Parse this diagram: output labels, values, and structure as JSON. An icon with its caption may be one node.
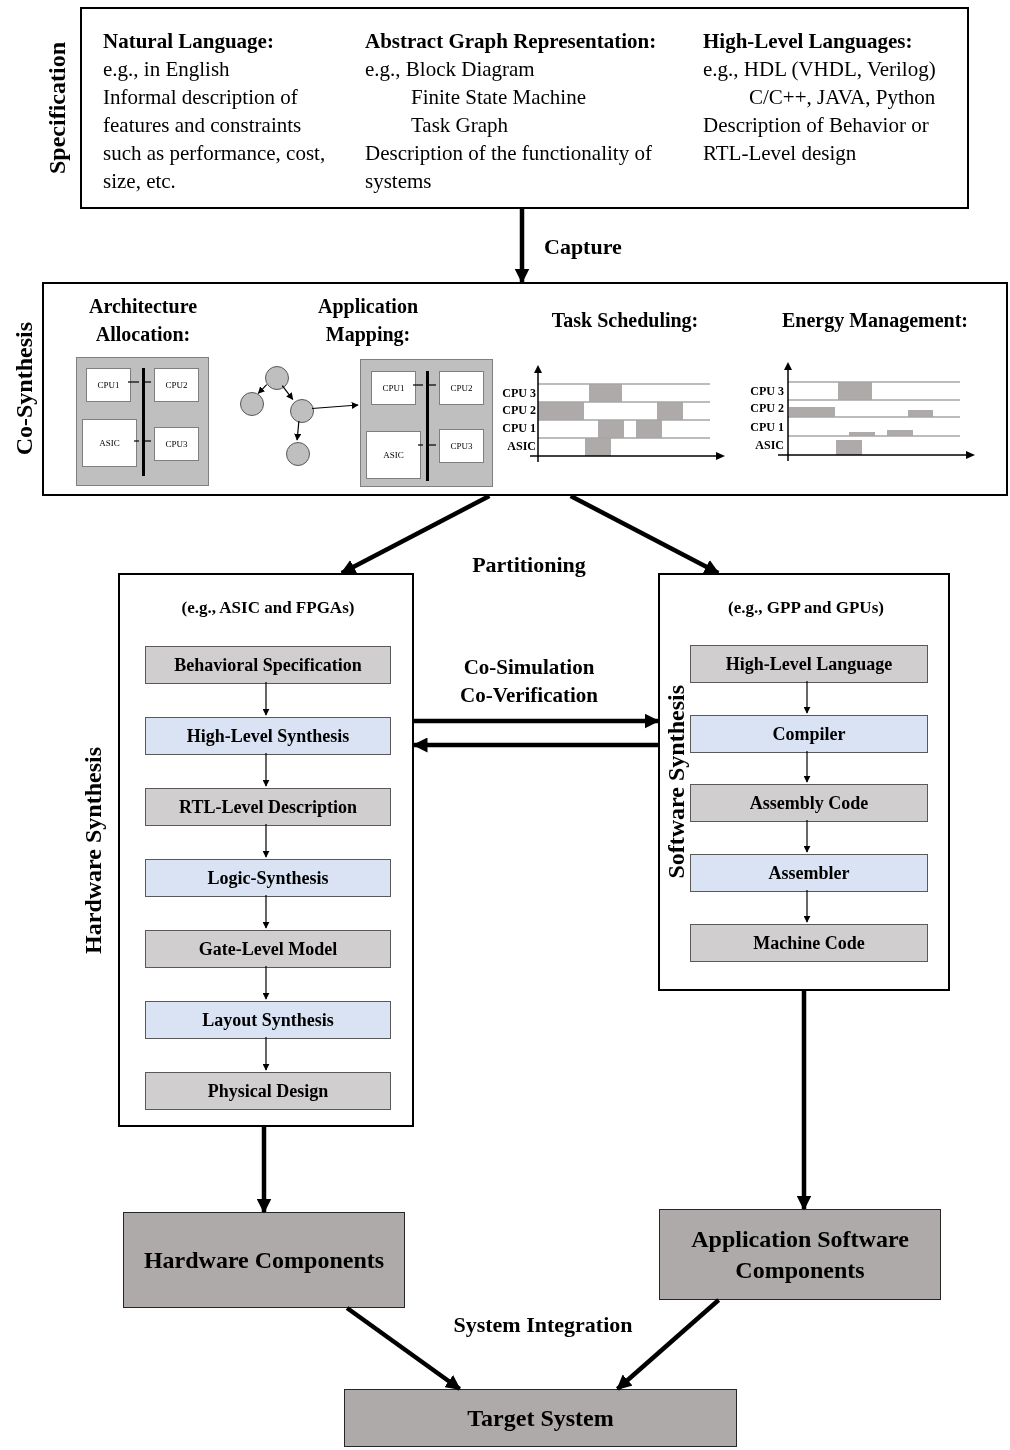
{
  "diagram": {
    "nodes": [
      {
        "text": [
          "Specification",
          "Natural Language:",
          "e.g., in English",
          "Informal description of features and constraints such as performance, cost, size, etc.",
          "Abstract Graph Representation:",
          "e.g., Block Diagram",
          "Finite State Machine",
          "Task Graph",
          "Description of the functionality of systems",
          "High-Level Languages:",
          "e.g., HDL (VHDL, Verilog)",
          "C/C++, JAVA, Python",
          "Description of Behavior or RTL-Level design"
        ]
      },
      {
        "text": [
          "Co-Synthesis",
          "Architecture Allocation:",
          "Application Mapping:",
          "Task Scheduling:",
          "Energy Management:"
        ]
      },
      {
        "text": [],
        "shape": "box",
        "in": 1
      },
      {
        "text": [
          "CPU1"
        ],
        "in": 2
      },
      {
        "text": [
          "CPU2"
        ],
        "in": 2
      },
      {
        "text": [
          "ASIC"
        ],
        "in": 2
      },
      {
        "text": [
          "CPU3"
        ],
        "in": 2
      },
      {
        "text": [],
        "shape": "circle",
        "in": 1
      },
      {
        "text": [],
        "shape": "circle",
        "in": 1
      },
      {
        "text": [],
        "shape": "circle",
        "in": 1
      },
      {
        "text": [],
        "shape": "circle",
        "in": 1
      },
      {
        "text": [],
        "shape": "box",
        "in": 1
      },
      {
        "text": [
          "CPU1"
        ],
        "in": 11
      },
      {
        "text": [
          "CPU2"
        ],
        "in": 11
      },
      {
        "text": [
          "ASIC"
        ],
        "in": 11
      },
      {
        "text": [
          "CPU3"
        ],
        "in": 11
      },
      {
        "text": [
          "Hardware Synthesis",
          "(e.g., ASIC and FPGAs)"
        ]
      },
      {
        "text": [
          "Behavioral Specification"
        ],
        "in": 16
      },
      {
        "text": [
          "High-Level Synthesis"
        ],
        "in": 16
      },
      {
        "text": [
          "RTL-Level Description"
        ],
        "in": 16
      },
      {
        "text": [
          "Logic-Synthesis"
        ],
        "in": 16
      },
      {
        "text": [
          "Gate-Level Model"
        ],
        "in": 16
      },
      {
        "text": [
          "Layout Synthesis"
        ],
        "in": 16
      },
      {
        "text": [
          "Physical Design"
        ],
        "in": 16
      },
      {
        "text": [
          "Software Synthesis",
          "(e.g., GPP and GPUs)"
        ]
      },
      {
        "text": [
          "High-Level Language"
        ],
        "in": 24
      },
      {
        "text": [
          "Compiler"
        ],
        "in": 24
      },
      {
        "text": [
          "Assembly Code"
        ],
        "in": 24
      },
      {
        "text": [
          "Assembler"
        ],
        "in": 24
      },
      {
        "text": [
          "Machine Code"
        ],
        "in": 24
      },
      {
        "text": [
          "Hardware Components"
        ]
      },
      {
        "text": [
          "Application Software Components"
        ]
      },
      {
        "text": [
          "Target System"
        ]
      },
      {
        "text": [],
        "shape": "bar",
        "in": 2
      },
      {
        "text": [],
        "shape": "bar",
        "in": 11
      }
    ],
    "edges": [
      {
        "from": 0,
        "to": 1,
        "arrow": "to",
        "label": "Capture",
        "style": "thick"
      },
      {
        "from": 7,
        "to": 8,
        "arrow": "to"
      },
      {
        "from": 7,
        "to": 9,
        "arrow": "to"
      },
      {
        "from": 9,
        "to": 10,
        "arrow": "to"
      },
      {
        "from": 9,
        "to": 11,
        "arrow": "to"
      },
      {
        "from": 1,
        "to": 16,
        "arrow": "to",
        "style": "thick"
      },
      {
        "from": 1,
        "to": 24,
        "arrow": "to",
        "style": "thick"
      },
      {
        "from": 16,
        "to": 24,
        "arrow": "to",
        "style": "thick"
      },
      {
        "from": 24,
        "to": 16,
        "arrow": "to",
        "style": "thick"
      },
      {
        "from": 17,
        "to": 18,
        "arrow": "to"
      },
      {
        "from": 18,
        "to": 19,
        "arrow": "to"
      },
      {
        "from": 19,
        "to": 20,
        "arrow": "to"
      },
      {
        "from": 20,
        "to": 21,
        "arrow": "to"
      },
      {
        "from": 21,
        "to": 22,
        "arrow": "to"
      },
      {
        "from": 22,
        "to": 23,
        "arrow": "to"
      },
      {
        "from": 25,
        "to": 26,
        "arrow": "to"
      },
      {
        "from": 26,
        "to": 27,
        "arrow": "to"
      },
      {
        "from": 27,
        "to": 28,
        "arrow": "to"
      },
      {
        "from": 28,
        "to": 29,
        "arrow": "to"
      },
      {
        "from": 16,
        "to": 30,
        "arrow": "to",
        "style": "thick"
      },
      {
        "from": 24,
        "to": 31,
        "arrow": "to",
        "style": "thick"
      },
      {
        "from": 30,
        "to": 32,
        "arrow": "to",
        "style": "thick"
      },
      {
        "from": 31,
        "to": 32,
        "arrow": "to",
        "style": "thick"
      },
      {
        "from": 3,
        "to": 33,
        "arrow": "none"
      },
      {
        "from": 4,
        "to": 33,
        "arrow": "none"
      },
      {
        "from": 5,
        "to": 33,
        "arrow": "none"
      },
      {
        "from": 6,
        "to": 33,
        "arrow": "none"
      },
      {
        "from": 12,
        "to": 34,
        "arrow": "none"
      },
      {
        "from": 13,
        "to": 34,
        "arrow": "none"
      },
      {
        "from": 14,
        "to": 34,
        "arrow": "none"
      },
      {
        "from": 15,
        "to": 34,
        "arrow": "none"
      }
    ],
    "labels": [
      "CPU 3",
      "CPU 2",
      "CPU 1",
      "ASIC",
      "CPU 3",
      "CPU 2",
      "CPU 1",
      "ASIC",
      "Partitioning",
      "Co-Simulation Co-Verification",
      "System Integration"
    ]
  }
}
